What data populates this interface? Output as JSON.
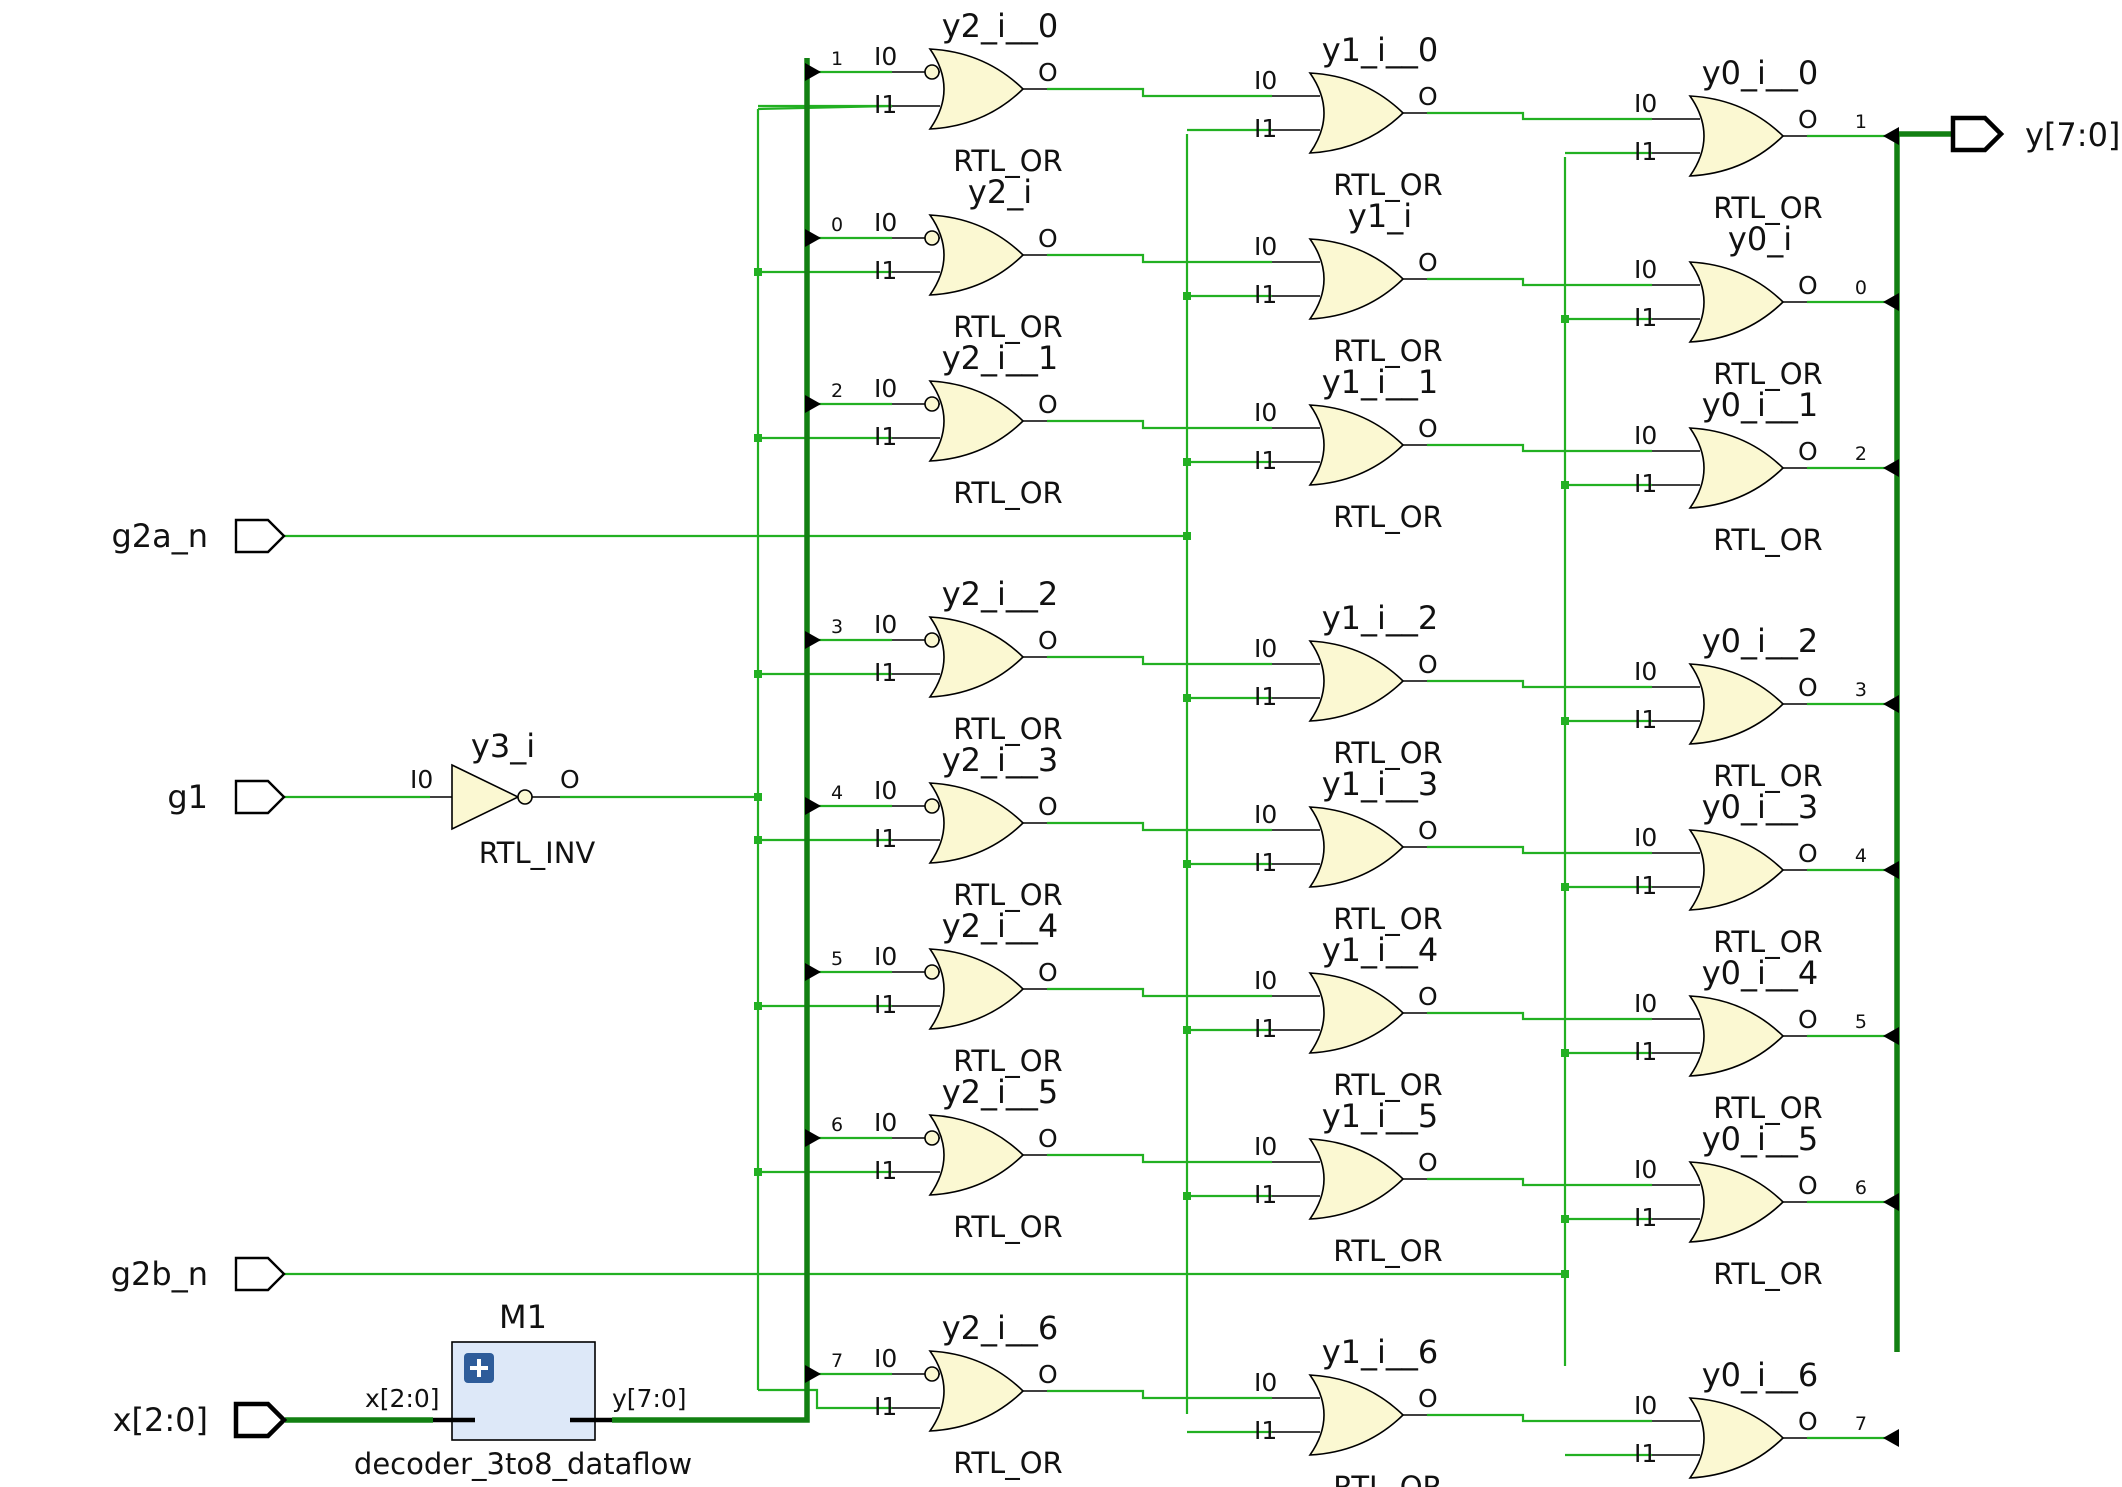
{
  "ports": {
    "g2a_n": "g2a_n",
    "g1": "g1",
    "g2b_n": "g2b_n",
    "x": "x[2:0]",
    "y": "y[7:0]"
  },
  "inverter": {
    "name": "y3_i",
    "type": "RTL_INV",
    "in": "I0",
    "out": "O"
  },
  "module": {
    "instance": "M1",
    "name": "decoder_3to8_dataflow",
    "in": "x[2:0]",
    "out": "y[7:0]",
    "expand_icon": "plus-icon"
  },
  "gate_type": "RTL_OR",
  "pins": {
    "i0": "I0",
    "i1": "I1",
    "o": "O"
  },
  "col_y2": [
    "y2_i__0",
    "y2_i",
    "y2_i__1",
    "y2_i__2",
    "y2_i__3",
    "y2_i__4",
    "y2_i__5",
    "y2_i__6"
  ],
  "col_y1": [
    "y1_i__0",
    "y1_i",
    "y1_i__1",
    "y1_i__2",
    "y1_i__3",
    "y1_i__4",
    "y1_i__5",
    "y1_i__6"
  ],
  "col_y0": [
    "y0_i__0",
    "y0_i",
    "y0_i__1",
    "y0_i__2",
    "y0_i__3",
    "y0_i__4",
    "y0_i__5",
    "y0_i__6"
  ],
  "bus_in_idx": [
    "1",
    "0",
    "2",
    "3",
    "4",
    "5",
    "6",
    "7"
  ],
  "bus_out_idx": [
    "1",
    "0",
    "2",
    "3",
    "4",
    "5",
    "6",
    "7"
  ],
  "colors": {
    "wire": "#22b022",
    "bus": "#128012",
    "gate_fill": "#fbf8d2",
    "module_fill": "#dde8f8",
    "module_icon": "#2e5c9a"
  }
}
